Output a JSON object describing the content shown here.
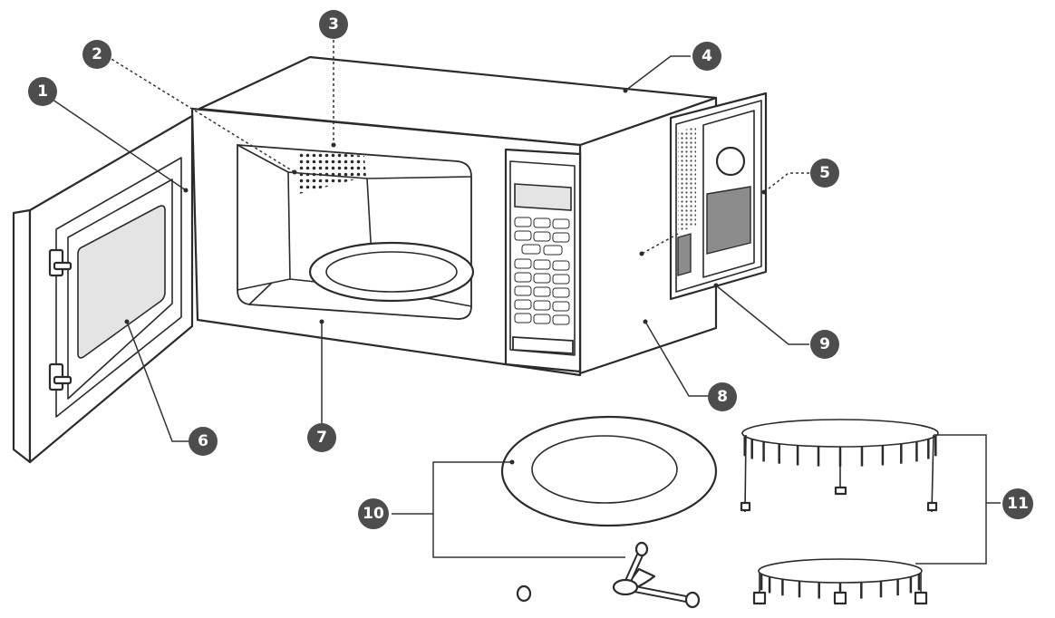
{
  "callouts": [
    {
      "id": "c1",
      "number": "1"
    },
    {
      "id": "c2",
      "number": "2"
    },
    {
      "id": "c3",
      "number": "3"
    },
    {
      "id": "c4",
      "number": "4"
    },
    {
      "id": "c5",
      "number": "5"
    },
    {
      "id": "c6",
      "number": "6"
    },
    {
      "id": "c7",
      "number": "7"
    },
    {
      "id": "c8",
      "number": "8"
    },
    {
      "id": "c9",
      "number": "9"
    },
    {
      "id": "c10",
      "number": "10"
    },
    {
      "id": "c11",
      "number": "11"
    }
  ],
  "colors": {
    "badge": "#4d4d4d",
    "line": "#2b2b2b",
    "glass": "#e4e4e4"
  }
}
